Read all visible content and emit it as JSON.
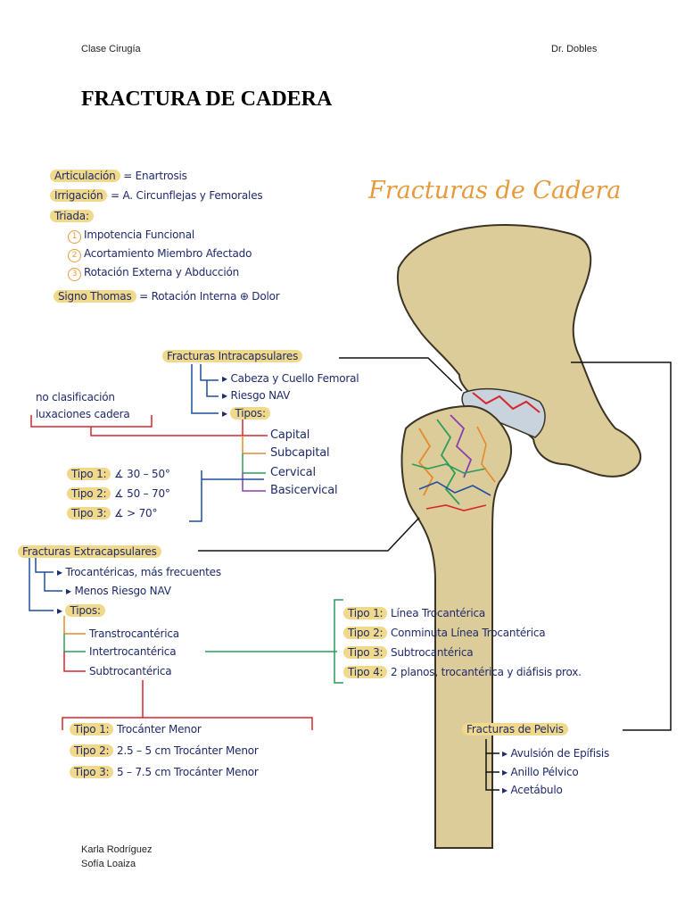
{
  "header": {
    "left": "Clase Cirugía",
    "right": "Dr. Dobles"
  },
  "title": "FRACTURA DE CADERA",
  "script_title": "Fracturas de Cadera",
  "general": {
    "articulacion_key": "Articulación",
    "articulacion_val": "= Enartrosis",
    "irrigacion_key": "Irrigación",
    "irrigacion_val": "= A. Circunflejas y Femorales",
    "triada_key": "Triada:",
    "triada_items": [
      "Impotencia Funcional",
      "Acortamiento Miembro Afectado",
      "Rotación Externa y Abducción"
    ],
    "triada_nums": [
      "1",
      "2",
      "3"
    ],
    "thomas_key": "Signo Thomas",
    "thomas_val": "= Rotación Interna ⊕ Dolor"
  },
  "intracapsular": {
    "title": "Fracturas Intracapsulares",
    "items": [
      "Cabeza y Cuello Femoral",
      "Riesgo NAV",
      "Tipos:"
    ],
    "note1": "no clasificación",
    "note2": "luxaciones cadera",
    "types": [
      "Capital",
      "Subcapital",
      "Cervical",
      "Basicervical"
    ],
    "type_colors": [
      "#d6262b",
      "#e48a2a",
      "#2a9d5a",
      "#8a3fb0"
    ],
    "angles": [
      {
        "k": "Tipo 1:",
        "v": "∡ 30 – 50°"
      },
      {
        "k": "Tipo 2:",
        "v": "∡ 50 – 70°"
      },
      {
        "k": "Tipo 3:",
        "v": "∡ > 70°"
      }
    ]
  },
  "extracapsular": {
    "title": "Fracturas Extracapsulares",
    "items": [
      "Trocantéricas, más frecuentes",
      "Menos Riesgo NAV",
      "Tipos:"
    ],
    "types": [
      "Transtrocantérica",
      "Intertrocantérica",
      "Subtrocantérica"
    ],
    "inter_types": [
      {
        "k": "Tipo 1:",
        "v": "Línea Trocantérica"
      },
      {
        "k": "Tipo 2:",
        "v": "Conminuta Línea Trocantérica"
      },
      {
        "k": "Tipo 3:",
        "v": "Subtrocantérica"
      },
      {
        "k": "Tipo 4:",
        "v": "2 planos, trocantérica y diáfisis prox."
      }
    ],
    "sub_types": [
      {
        "k": "Tipo 1:",
        "v": "Trocánter Menor"
      },
      {
        "k": "Tipo 2:",
        "v": "2.5 – 5 cm Trocánter Menor"
      },
      {
        "k": "Tipo 3:",
        "v": "5 – 7.5 cm Trocánter Menor"
      }
    ]
  },
  "pelvis": {
    "title": "Fracturas de Pelvis",
    "items": [
      "Avulsión de Epífisis",
      "Anillo Pélvico",
      "Acetábulo"
    ]
  },
  "footer": {
    "author1": "Karla Rodríguez",
    "author2": "Sofía Loaiza"
  },
  "colors": {
    "bone": "#dccc9a",
    "bone_stroke": "#3b3425",
    "highlight": "#f0d98a",
    "ink": "#1f2a6b",
    "bracket": "#1e4fa0"
  }
}
